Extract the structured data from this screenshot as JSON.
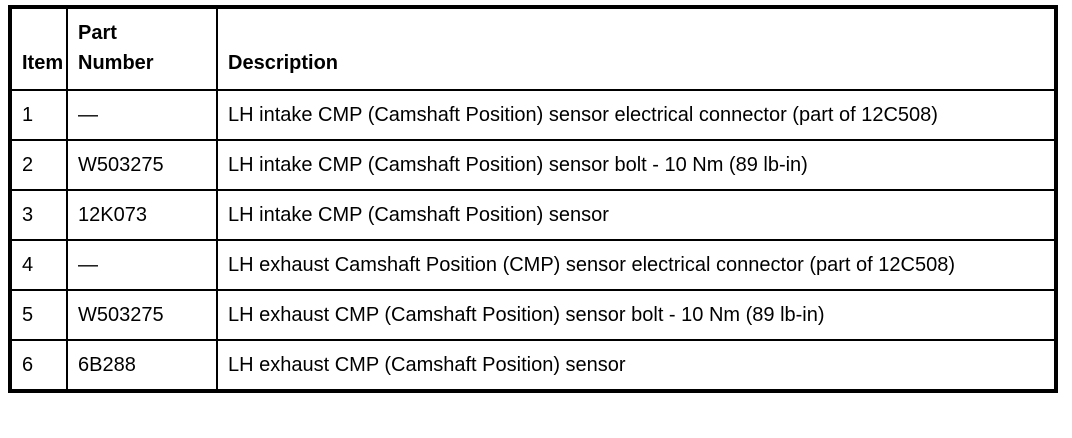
{
  "table": {
    "columns": [
      "Item",
      "Part Number",
      "Description"
    ],
    "rows": [
      {
        "item": "1",
        "part_number": "—",
        "description": "LH intake CMP (Camshaft Position) sensor electrical connector (part of 12C508)"
      },
      {
        "item": "2",
        "part_number": "W503275",
        "description": "LH intake CMP (Camshaft Position) sensor bolt - 10 Nm (89 lb-in)"
      },
      {
        "item": "3",
        "part_number": "12K073",
        "description": "LH intake CMP (Camshaft Position) sensor"
      },
      {
        "item": "4",
        "part_number": "—",
        "description": "LH exhaust Camshaft Position (CMP) sensor electrical connector (part of 12C508)"
      },
      {
        "item": "5",
        "part_number": "W503275",
        "description": "LH exhaust CMP (Camshaft Position) sensor bolt - 10 Nm (89 lb-in)"
      },
      {
        "item": "6",
        "part_number": "6B288",
        "description": "LH exhaust CMP (Camshaft Position) sensor"
      }
    ],
    "colors": {
      "border": "#000000",
      "text": "#000000",
      "background": "#ffffff"
    }
  }
}
